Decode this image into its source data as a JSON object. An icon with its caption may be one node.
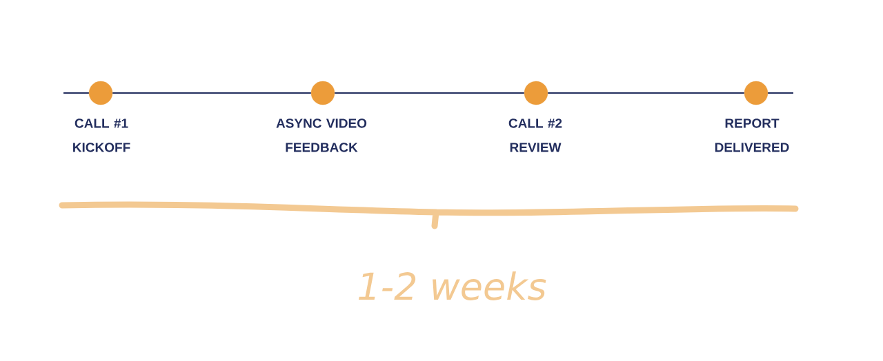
{
  "diagram": {
    "nodes": [
      {
        "text": [],
        "shape": "circle",
        "beside": [
          "CALL #1 KICKOFF"
        ]
      },
      {
        "text": [],
        "shape": "circle",
        "beside": [
          "ASYNC VIDEO FEEDBACK"
        ]
      },
      {
        "text": [],
        "shape": "circle",
        "beside": [
          "CALL #2 REVIEW"
        ]
      },
      {
        "text": [],
        "shape": "circle",
        "beside": [
          "REPORT DELIVERED"
        ]
      }
    ],
    "edges": [
      {
        "from": 0,
        "to": 1,
        "arrow": "none"
      },
      {
        "from": 1,
        "to": 2,
        "arrow": "none"
      },
      {
        "from": 2,
        "to": 3,
        "arrow": "none"
      }
    ],
    "labels": [
      "1-2 weeks"
    ]
  }
}
